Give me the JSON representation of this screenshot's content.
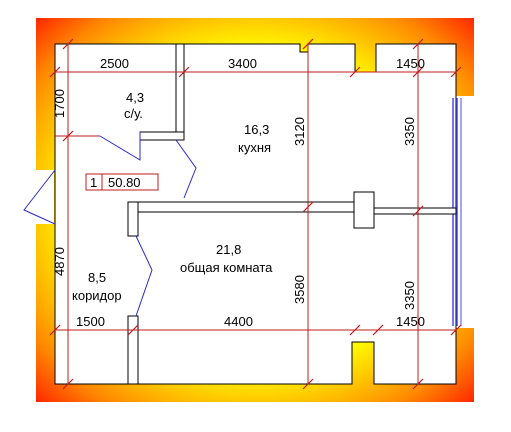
{
  "colors": {
    "wall_outer": "#ff0000",
    "wall_mid": "#ff8800",
    "wall_inner": "#ffff00",
    "dimension_line": "#c21b1b",
    "door_line": "#2a2acc",
    "window_line": "#4a4af0",
    "interior": "#ffffff"
  },
  "apartment": {
    "number": "1",
    "total_area": "50.80"
  },
  "rooms": {
    "bathroom": {
      "area": "4,3",
      "name": "с/у."
    },
    "kitchen": {
      "area": "16,3",
      "name": "кухня"
    },
    "living": {
      "area": "21,8",
      "name": "общая комната"
    },
    "corridor": {
      "area": "8,5",
      "name": "коридор"
    }
  },
  "dimensions": {
    "top_left": "2500",
    "top_middle": "3400",
    "top_right": "1450",
    "bottom_left": "1500",
    "bottom_middle": "4400",
    "bottom_right": "1450",
    "left_upper": "1700",
    "left_lower": "4870",
    "kitchen_height": "3120",
    "living_height": "3580",
    "right_upper": "3350",
    "right_lower": "3350"
  }
}
